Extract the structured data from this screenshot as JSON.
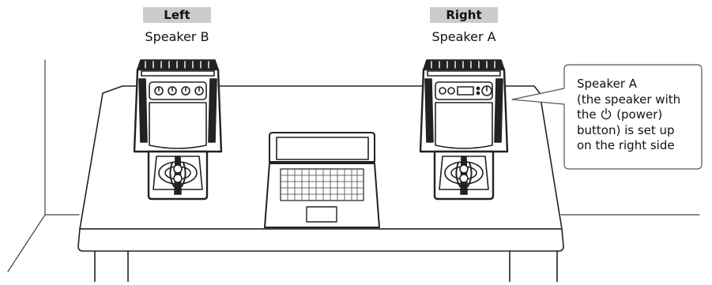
{
  "left_tag": "Left",
  "right_tag": "Right",
  "left_speaker": "Speaker B",
  "right_speaker": "Speaker A",
  "callout": {
    "line1": "Speaker A",
    "line2": "(the speaker with",
    "line3_pre": "the",
    "line3_post": "(power)",
    "line4": "button) is set up",
    "line5": "on the right side",
    "icon": "power-icon"
  }
}
